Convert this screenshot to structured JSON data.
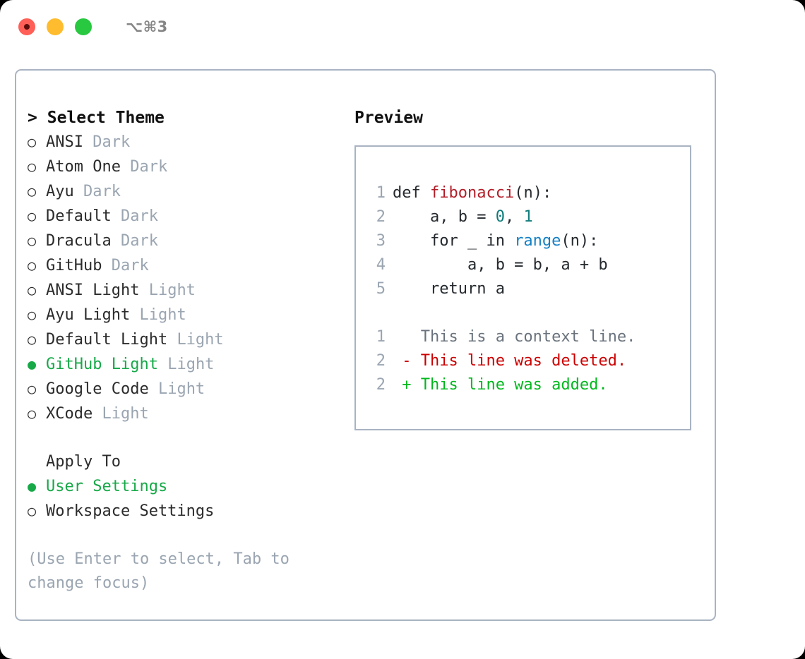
{
  "window": {
    "shortcut": "⌥⌘3",
    "traffic_lights": [
      {
        "name": "close",
        "color": "#ff5f57"
      },
      {
        "name": "minimize",
        "color": "#febc2e"
      },
      {
        "name": "maximize",
        "color": "#28c840"
      }
    ]
  },
  "colors": {
    "selected_green": "#17a948",
    "muted": "#9aa5b1",
    "border": "#a9b3c1",
    "text": "#2b2b2b",
    "diff_add": "#00b81d",
    "diff_del": "#cc0000",
    "token_function": "#b31d28",
    "token_number": "#0f7b7b",
    "token_call": "#1380c4"
  },
  "theme_picker": {
    "prompt_marker": ">",
    "title": "Select Theme",
    "marker_unselected": "○",
    "marker_selected": "●",
    "items": [
      {
        "name": "ANSI",
        "category": "Dark",
        "selected": false
      },
      {
        "name": "Atom One",
        "category": "Dark",
        "selected": false
      },
      {
        "name": "Ayu",
        "category": "Dark",
        "selected": false
      },
      {
        "name": "Default",
        "category": "Dark",
        "selected": false
      },
      {
        "name": "Dracula",
        "category": "Dark",
        "selected": false
      },
      {
        "name": "GitHub",
        "category": "Dark",
        "selected": false
      },
      {
        "name": "ANSI Light",
        "category": "Light",
        "selected": false
      },
      {
        "name": "Ayu Light",
        "category": "Light",
        "selected": false
      },
      {
        "name": "Default Light",
        "category": "Light",
        "selected": false
      },
      {
        "name": "GitHub Light",
        "category": "Light",
        "selected": true
      },
      {
        "name": "Google Code",
        "category": "Light",
        "selected": false
      },
      {
        "name": "XCode",
        "category": "Light",
        "selected": false
      }
    ]
  },
  "apply_to": {
    "title": "Apply To",
    "items": [
      {
        "name": "User Settings",
        "selected": true
      },
      {
        "name": "Workspace Settings",
        "selected": false
      }
    ]
  },
  "hint": "(Use Enter to select, Tab to change focus)",
  "preview": {
    "title": "Preview",
    "code_lines": [
      {
        "num": "1",
        "tokens": [
          {
            "t": "def ",
            "k": "plain"
          },
          {
            "t": "fibonacci",
            "k": "fn"
          },
          {
            "t": "(n):",
            "k": "plain"
          }
        ]
      },
      {
        "num": "2",
        "tokens": [
          {
            "t": "    a, b = ",
            "k": "plain"
          },
          {
            "t": "0",
            "k": "num"
          },
          {
            "t": ", ",
            "k": "plain"
          },
          {
            "t": "1",
            "k": "num"
          }
        ]
      },
      {
        "num": "3",
        "tokens": [
          {
            "t": "    for _ in ",
            "k": "plain"
          },
          {
            "t": "range",
            "k": "call"
          },
          {
            "t": "(n):",
            "k": "plain"
          }
        ]
      },
      {
        "num": "4",
        "tokens": [
          {
            "t": "        a, b = b, a + b",
            "k": "plain"
          }
        ]
      },
      {
        "num": "5",
        "tokens": [
          {
            "t": "    return a",
            "k": "plain"
          }
        ]
      }
    ],
    "diff_lines": [
      {
        "num": "1",
        "sign": " ",
        "text": "This is a context line.",
        "kind": "ctx"
      },
      {
        "num": "2",
        "sign": "-",
        "text": "This line was deleted.",
        "kind": "del"
      },
      {
        "num": "2",
        "sign": "+",
        "text": "This line was added.",
        "kind": "add"
      }
    ]
  }
}
